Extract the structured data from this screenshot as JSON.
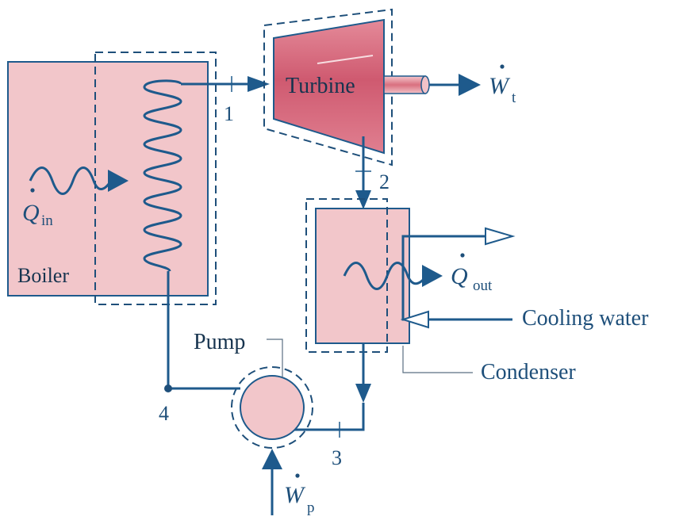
{
  "labels": {
    "turbine": "Turbine",
    "boiler": "Boiler",
    "pump": "Pump",
    "condenser": "Condenser",
    "cooling_water": "Cooling water",
    "state_1": "1",
    "state_2": "2",
    "state_3": "3",
    "state_4": "4",
    "q_in_symbol": "Q",
    "q_in_sub": "in",
    "q_out_symbol": "Q",
    "q_out_sub": "out",
    "w_t_symbol": "W",
    "w_t_sub": "t",
    "w_p_symbol": "W",
    "w_p_sub": "p"
  },
  "colors": {
    "component_fill": "#f2c6ca",
    "turbine_fill": "#d96a7d",
    "line": "#1e5a8c",
    "label": "#1e4f7a"
  }
}
